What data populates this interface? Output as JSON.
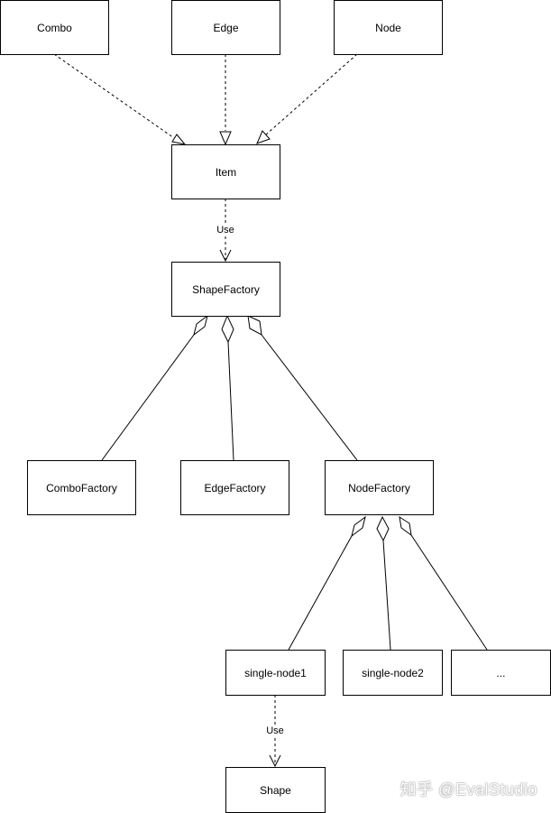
{
  "nodes": {
    "combo": "Combo",
    "edge": "Edge",
    "node": "Node",
    "item": "Item",
    "shape_factory": "ShapeFactory",
    "combo_factory": "ComboFactory",
    "edge_factory": "EdgeFactory",
    "node_factory": "NodeFactory",
    "single_node1": "single-node1",
    "single_node2": "single-node2",
    "more": "...",
    "shape": "Shape"
  },
  "edge_labels": {
    "item_use": "Use",
    "single_node_use": "Use"
  },
  "watermark": "知乎 @EvalStudio"
}
